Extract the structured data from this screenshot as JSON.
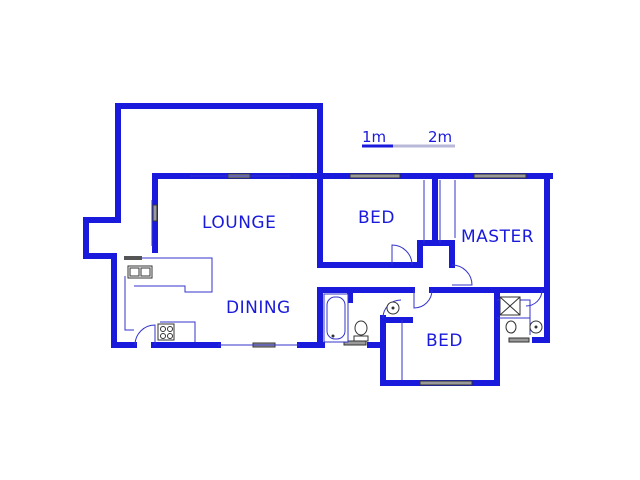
{
  "colors": {
    "wall": "#1a1adc",
    "label": "#1a1adc",
    "window": "#9a9a9a",
    "scale_bar_light": "#b8b8d8",
    "background": "#ffffff"
  },
  "scale": {
    "label_1": "1m",
    "label_2": "2m"
  },
  "rooms": {
    "lounge": "LOUNGE",
    "dining": "DINING",
    "bed_1": "BED",
    "master": "MASTER",
    "bed_2": "BED"
  },
  "icons": [
    "sink-icon",
    "stove-icon",
    "bathtub-icon",
    "toilet-icon",
    "basin-icon",
    "shower-icon",
    "door-icon",
    "window-icon"
  ]
}
